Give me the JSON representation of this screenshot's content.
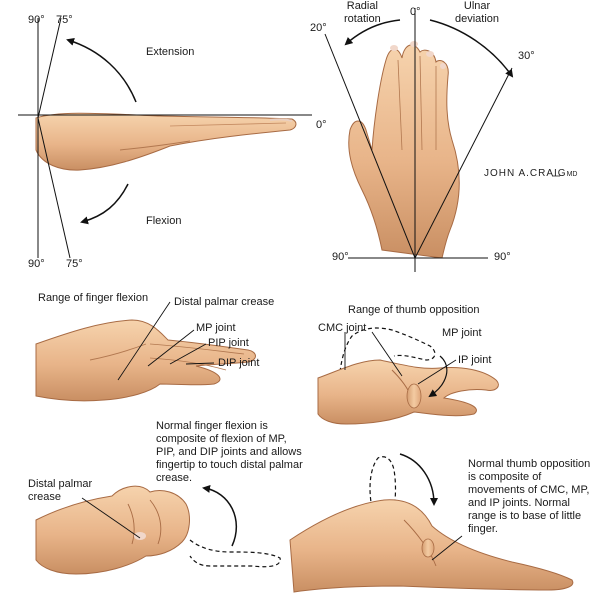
{
  "extension": {
    "angle_90_top": "90°",
    "angle_75_top": "75°",
    "extension_label": "Extension",
    "angle_0": "0°",
    "flexion_label": "Flexion",
    "angle_90_bottom": "90°",
    "angle_75_bottom": "75°"
  },
  "deviation": {
    "radial_rotation": "Radial\nrotation",
    "ulnar_deviation": "Ulnar\ndeviation",
    "angle_0": "0°",
    "angle_20": "20°",
    "angle_30": "30°",
    "angle_90_left": "90°",
    "angle_90_right": "90°"
  },
  "signature": {
    "name": "JOHN A.CRAIG",
    "suffix": "MD"
  },
  "finger_flexion": {
    "title": "Range of finger flexion",
    "distal_palmar_crease": "Distal palmar crease",
    "mp_joint": "MP joint",
    "pip_joint": "PIP joint",
    "dip_joint": "DIP joint"
  },
  "thumb_opposition": {
    "title": "Range of thumb opposition",
    "cmc_joint": "CMC joint",
    "mp_joint": "MP joint",
    "ip_joint": "IP joint"
  },
  "fist": {
    "note": "Normal finger flexion is composite of flexion of MP, PIP, and DIP joints and allows fingertip to touch distal palmar crease.",
    "crease_label": "Distal palmar\ncrease"
  },
  "thumb_base": {
    "note": "Normal thumb opposition is composite of movements of CMC, MP, and IP joints. Normal range is to base of little finger."
  }
}
